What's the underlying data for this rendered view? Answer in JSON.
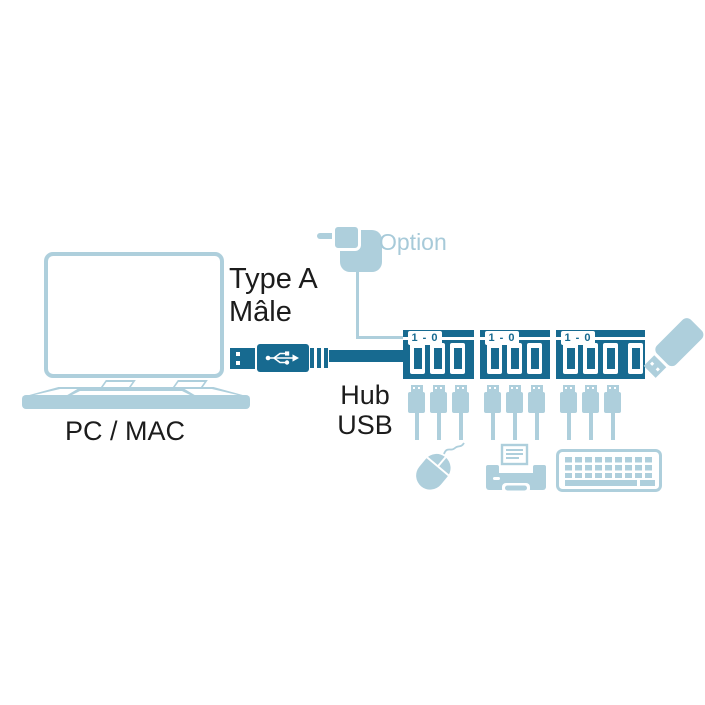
{
  "colors": {
    "dark_teal": "#176a90",
    "light_blue": "#aecfdc",
    "text_black": "#1c1c1c",
    "background": "#ffffff"
  },
  "labels": {
    "computer": "PC / MAC",
    "connector": "Type A\nMâle",
    "hub": "Hub\nUSB",
    "power_option": "Option"
  },
  "hub": {
    "segments": [
      {
        "switch_label": "1 - 0",
        "ports": 3
      },
      {
        "switch_label": "1 - 0",
        "ports": 3
      },
      {
        "switch_label": "1 - 0",
        "ports": 4
      }
    ]
  },
  "devices": [
    {
      "name": "mouse",
      "plugs": 3
    },
    {
      "name": "printer",
      "plugs": 3
    },
    {
      "name": "keyboard",
      "plugs": 3
    }
  ],
  "icons": [
    "laptop-icon",
    "power-adapter-icon",
    "usb-connector-icon",
    "usb-trident-icon",
    "usb-hub-icon",
    "usb-flash-drive-icon",
    "usb-plug-icon",
    "mouse-icon",
    "printer-icon",
    "keyboard-icon"
  ]
}
